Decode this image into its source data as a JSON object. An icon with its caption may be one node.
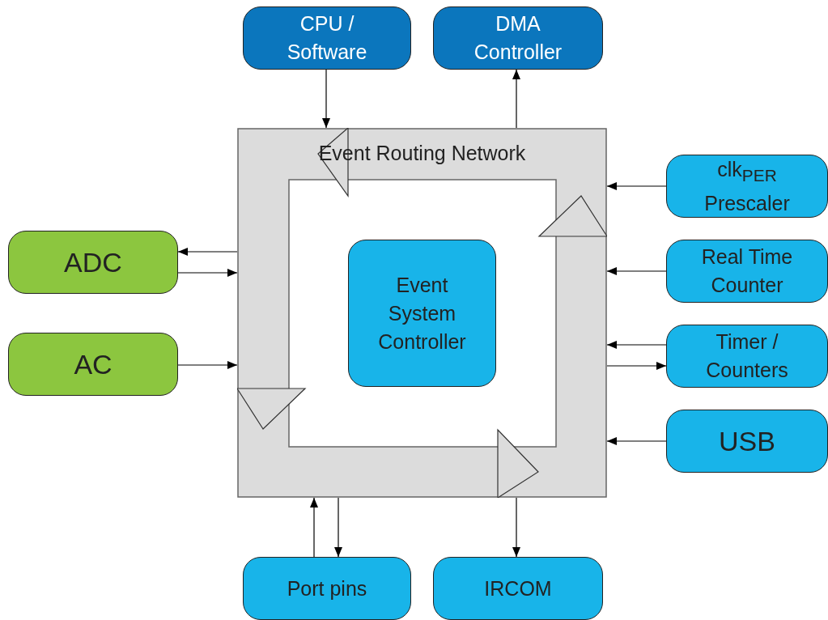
{
  "diagram": {
    "nodes": [
      {
        "text": [
          "Event Routing Network"
        ]
      },
      {
        "text": [
          "Event System Controller"
        ],
        "in": 0
      },
      {
        "text": [
          "CPU / Software"
        ]
      },
      {
        "text": [
          "DMA Controller"
        ]
      },
      {
        "text": [
          "ADC"
        ]
      },
      {
        "text": [
          "AC"
        ]
      },
      {
        "text": [
          "clk$_{PER}$ Prescaler"
        ]
      },
      {
        "text": [
          "Real Time Counter"
        ]
      },
      {
        "text": [
          "Timer / Counters"
        ]
      },
      {
        "text": [
          "USB"
        ]
      },
      {
        "text": [
          "Port pins"
        ]
      },
      {
        "text": [
          "IRCOM"
        ]
      }
    ],
    "edges": [
      {
        "from": 2,
        "to": 0,
        "arrow": "to"
      },
      {
        "from": 0,
        "to": 3,
        "arrow": "to"
      },
      {
        "from": 0,
        "to": 4,
        "arrow": "to"
      },
      {
        "from": 4,
        "to": 0,
        "arrow": "to"
      },
      {
        "from": 5,
        "to": 0,
        "arrow": "to"
      },
      {
        "from": 6,
        "to": 0,
        "arrow": "to"
      },
      {
        "from": 7,
        "to": 0,
        "arrow": "to"
      },
      {
        "from": 8,
        "to": 0,
        "arrow": "to"
      },
      {
        "from": 0,
        "to": 8,
        "arrow": "to"
      },
      {
        "from": 9,
        "to": 0,
        "arrow": "to"
      },
      {
        "from": 10,
        "to": 0,
        "arrow": "to"
      },
      {
        "from": 0,
        "to": 10,
        "arrow": "to"
      },
      {
        "from": 0,
        "to": 11,
        "arrow": "to"
      }
    ]
  }
}
